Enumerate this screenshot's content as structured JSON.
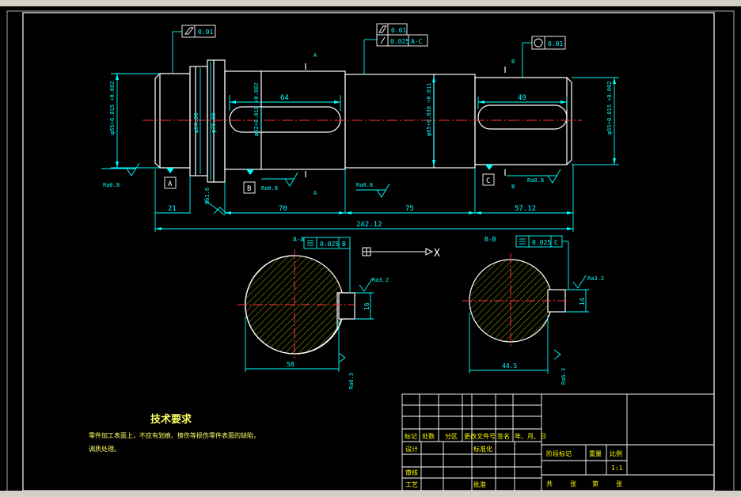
{
  "colors": {
    "background": "#000000",
    "frame": "#ffffff",
    "outline": "#ffffff",
    "dimension": "#00ffff",
    "centerline": "#ff3333",
    "hatch": "#c8d200",
    "tech_text": "#ffff66",
    "title_text": "#ffff00"
  },
  "tolerances": {
    "left_frame": {
      "symbol": "cylindricity-icon",
      "value": "0.01"
    },
    "center_top": {
      "symbol": "cylindricity-icon",
      "value": "0.01"
    },
    "center_bottom": {
      "symbol": "runout-icon",
      "value": "0.025",
      "datum": "A-C"
    },
    "right_frame": {
      "symbol": "circularity-icon",
      "value": "0.01"
    },
    "section_a": {
      "symbol": "symmetry-icon",
      "value": "0.025",
      "datum": "B"
    },
    "section_b": {
      "symbol": "symmetry-icon",
      "value": "0.025",
      "datum": "C"
    }
  },
  "datums": {
    "a": "A",
    "b": "B",
    "c": "C"
  },
  "section_marks": {
    "a": "A",
    "b": "B"
  },
  "section_labels": {
    "a": "A-A",
    "b": "B-B"
  },
  "diameters": {
    "left_end": "φ55+0.015 +0.002",
    "collar_1": "φ64.88",
    "collar_2": "φ70.88",
    "mid_left": "φ62+0.018 +0.002",
    "mid_right": "φ65+0.030 +0.011",
    "right_end": "φ55+0.015 +0.002"
  },
  "roughness": {
    "r1": "Ra0.8",
    "r2": "Ra1.6",
    "r3": "Ra0.8",
    "r4": "Ra0.8",
    "r5": "Ra0.8",
    "r6": "Ra3.2",
    "r7": "Ra3.2",
    "r8": "Ra6.3",
    "r9": "Ra6.3"
  },
  "dims": {
    "key_left": "64",
    "key_right": "49",
    "seg_21": "21",
    "seg_70": "70",
    "seg_75": "75",
    "seg_57": "57.12",
    "total": "242.12",
    "sec_a_width": "58",
    "sec_a_depth": "16",
    "sec_b_width": "44.5",
    "sec_b_depth": "14"
  },
  "tech": {
    "title": "技术要求",
    "line1": "零件加工表面上，不应有划痕、擦伤等损伤零件表面的缺陷，",
    "line2": "调质处理。"
  },
  "title_block": {
    "h1": "标记",
    "h2": "处数",
    "h3": "分区",
    "h4": "更改文件号",
    "h5": "签名",
    "h6": "年、月、日",
    "design": "设计",
    "standard": "标准化",
    "stage": "阶段标记",
    "weight": "重量",
    "scale_label": "比例",
    "scale_value": "1:1",
    "review": "审核",
    "process": "工艺",
    "approve": "批准",
    "total_sheets": "共",
    "sheet_unit": "张",
    "sheet_no": "第",
    "sheet_unit2": "张"
  },
  "coord_axis": {
    "x_label": "X"
  }
}
